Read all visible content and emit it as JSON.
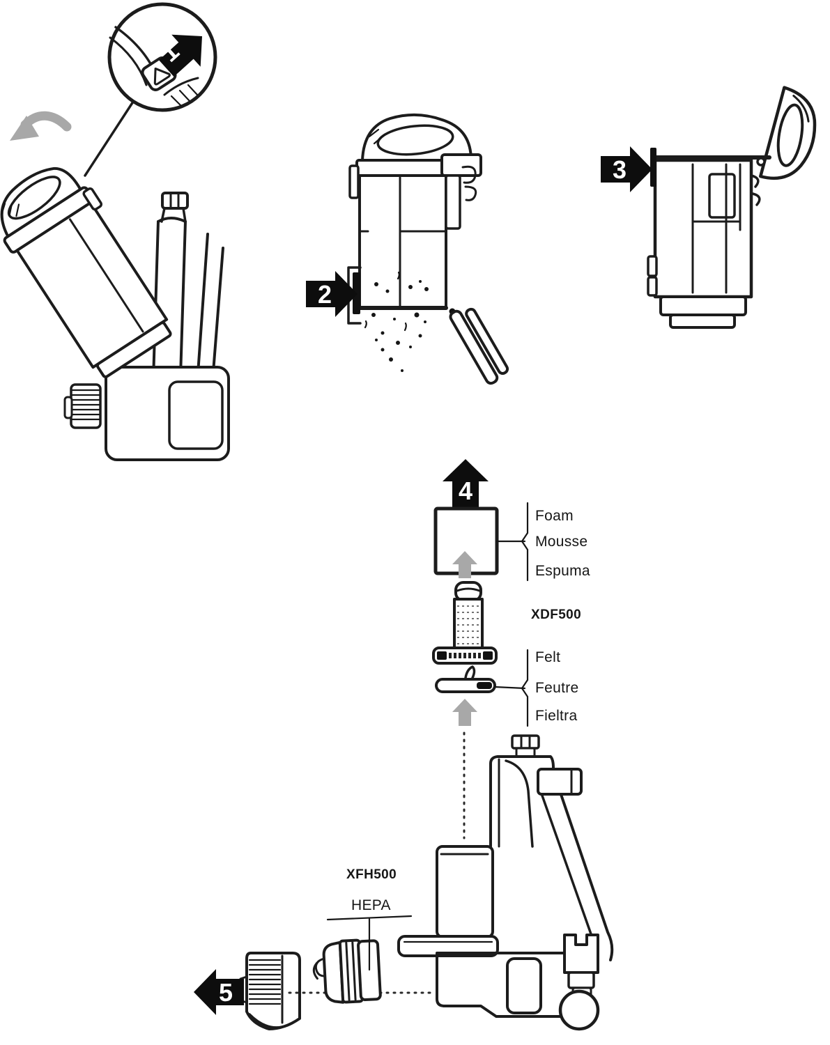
{
  "diagram": {
    "background": "#ffffff",
    "line_color": "#1c1c1c",
    "motion_arrow_color": "#a8a8a8",
    "step_arrow_color": "#0d0d0d",
    "step_number_color": "#ffffff",
    "steps": [
      {
        "number": "1",
        "arrow_direction": "up-right"
      },
      {
        "number": "2",
        "arrow_direction": "right"
      },
      {
        "number": "3",
        "arrow_direction": "right"
      },
      {
        "number": "4",
        "arrow_direction": "up"
      },
      {
        "number": "5",
        "arrow_direction": "left"
      }
    ],
    "foam_filter_labels": [
      "Foam",
      "Mousse",
      "Espuma"
    ],
    "felt_filter_labels": [
      "Felt",
      "Feutre",
      "Fieltra"
    ],
    "part_numbers": {
      "filter_kit": "XDF500",
      "hepa_filter": "XFH500"
    },
    "hepa_label": "HEPA"
  }
}
